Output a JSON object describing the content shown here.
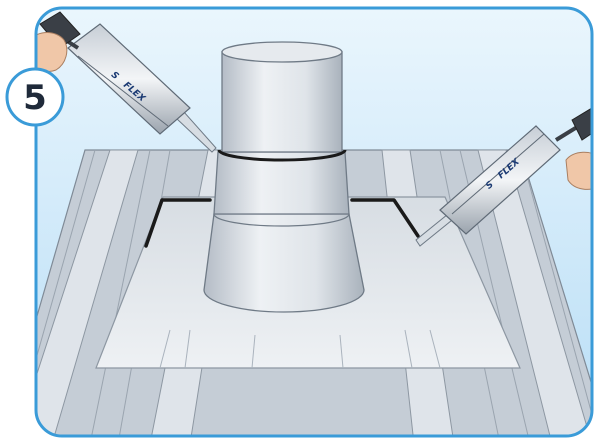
{
  "step": {
    "number": "5"
  },
  "product": {
    "brand_prefix": "S",
    "brand_name": "FLEX"
  },
  "colors": {
    "frame_border": "#3a9bd8",
    "sky_top": "#eaf6fd",
    "sky_bottom": "#b9def6",
    "roof_light": "#dde3ea",
    "roof_mid": "#b9c2cc",
    "roof_dark": "#8d97a2",
    "flashing": "#e4e8ec",
    "pipe_light": "#e9edf1",
    "pipe_shadow": "#a9b2bc",
    "sealant_line": "#1a1a1a",
    "brand_blue": "#1b3a73",
    "skin": "#f0c7a8"
  },
  "icons": {
    "step_badge": "circle-badge",
    "caulk_gun_left": "caulking-gun",
    "caulk_gun_right": "caulking-gun",
    "hand_left": "hand",
    "hand_right": "hand"
  }
}
